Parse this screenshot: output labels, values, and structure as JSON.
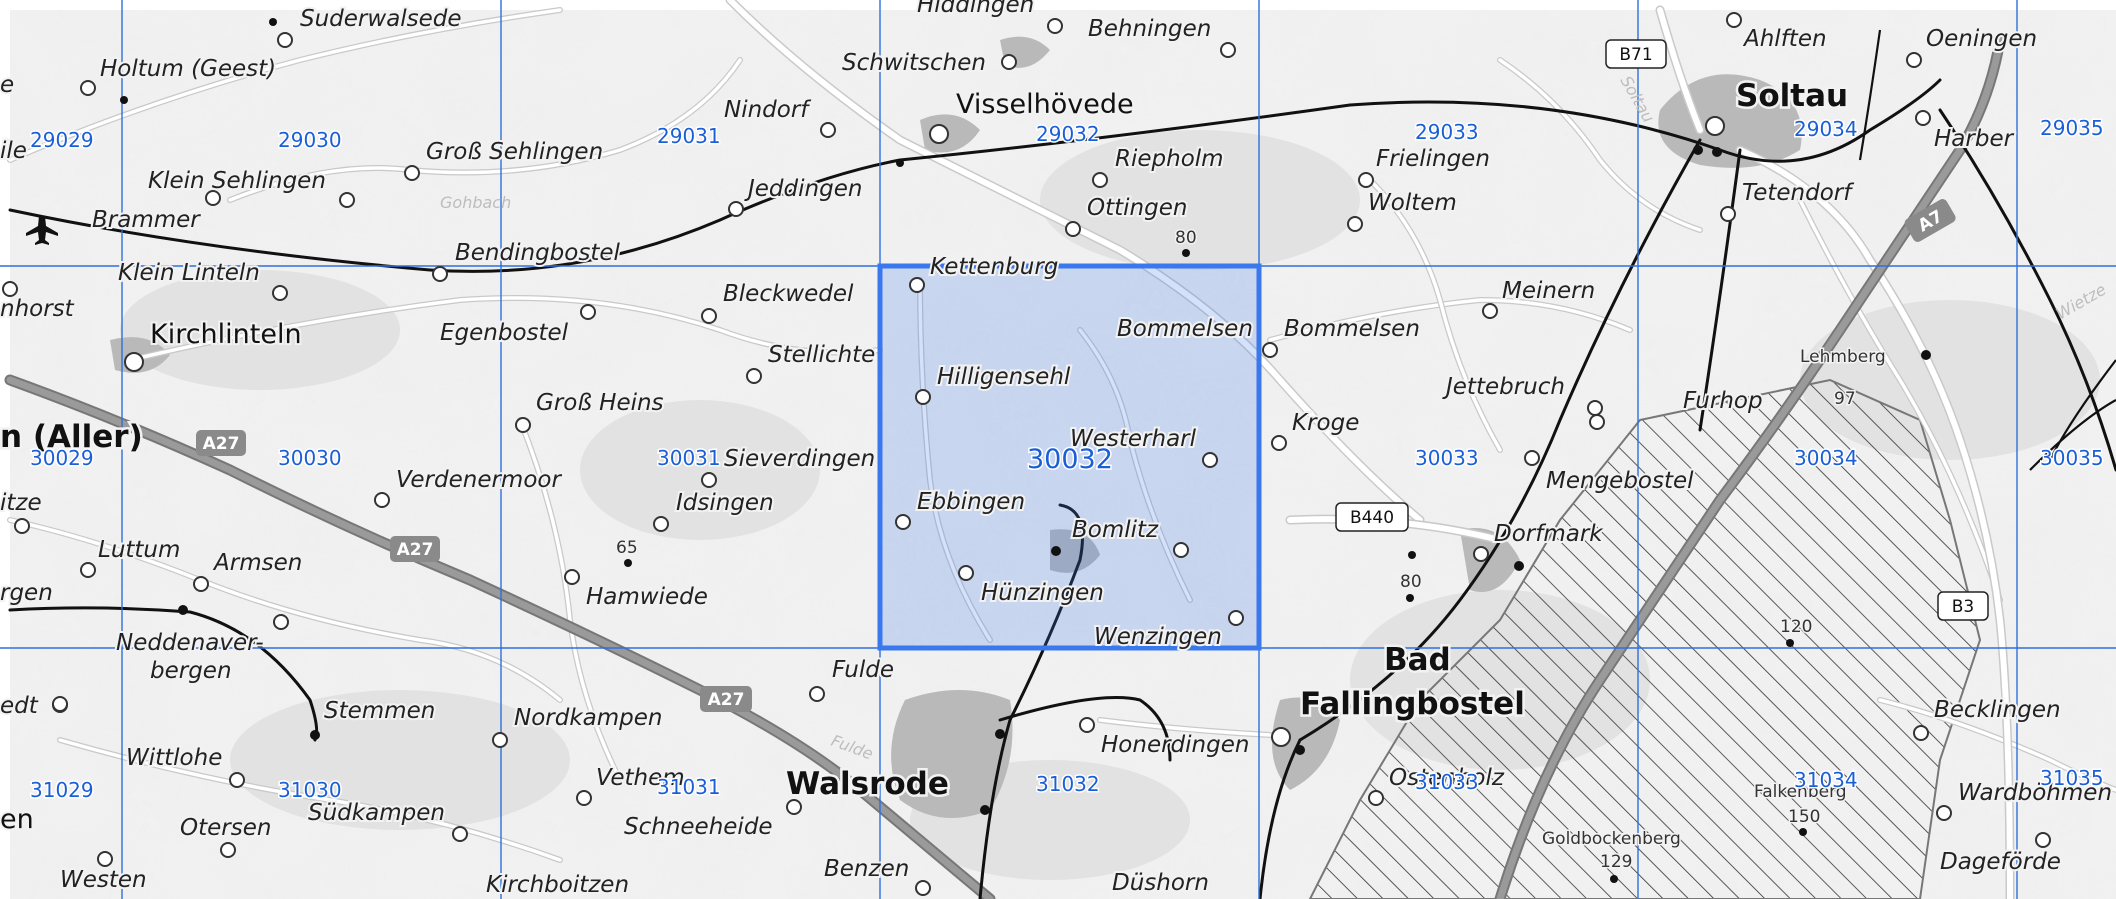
{
  "map": {
    "tiles": [
      {
        "label": "29029"
      },
      {
        "label": "29030"
      },
      {
        "label": "29031"
      },
      {
        "label": "29032"
      },
      {
        "label": "29033"
      },
      {
        "label": "29034"
      },
      {
        "label": "29035"
      },
      {
        "label": "30029"
      },
      {
        "label": "30030"
      },
      {
        "label": "30031"
      },
      {
        "label": "30032"
      },
      {
        "label": "30033"
      },
      {
        "label": "30034"
      },
      {
        "label": "30035"
      },
      {
        "label": "31029"
      },
      {
        "label": "31030"
      },
      {
        "label": "31031"
      },
      {
        "label": "31032"
      },
      {
        "label": "31033"
      },
      {
        "label": "31034"
      },
      {
        "label": "31035"
      }
    ],
    "selected_tile": "30032",
    "highlight_color": "#3a78ee",
    "grid_color": "#2f6fdb",
    "places": [
      {
        "name": "Suderwalsede"
      },
      {
        "name": "Holtum (Geest)"
      },
      {
        "name": "Klein Sehlingen"
      },
      {
        "name": "Groß Sehlingen"
      },
      {
        "name": "Brammer"
      },
      {
        "name": "Nindorf"
      },
      {
        "name": "Jeddingen"
      },
      {
        "name": "Schwitschen"
      },
      {
        "name": "Hiddingen"
      },
      {
        "name": "Behningen"
      },
      {
        "name": "Riepholm"
      },
      {
        "name": "Ottingen"
      },
      {
        "name": "Frielingen"
      },
      {
        "name": "Woltem"
      },
      {
        "name": "Ahlften"
      },
      {
        "name": "Oeningen"
      },
      {
        "name": "Harber"
      },
      {
        "name": "Tetendorf"
      },
      {
        "name": "Klein Linteln"
      },
      {
        "name": "Bendingbostel"
      },
      {
        "name": "Kettenburg"
      },
      {
        "name": "Egenbostel"
      },
      {
        "name": "Bleckwedel"
      },
      {
        "name": "Stellichte"
      },
      {
        "name": "Bommelsen"
      },
      {
        "name": "Bommelsen"
      },
      {
        "name": "Meinern"
      },
      {
        "name": "Hilligensehl"
      },
      {
        "name": "Groß Heins"
      },
      {
        "name": "Jettebruch"
      },
      {
        "name": "Furhop"
      },
      {
        "name": "Lehmberg"
      },
      {
        "name": "Kroge"
      },
      {
        "name": "Westerharl"
      },
      {
        "name": "Verdenermoor"
      },
      {
        "name": "Sieverdingen"
      },
      {
        "name": "Idsingen"
      },
      {
        "name": "Mengebostel"
      },
      {
        "name": "Ebbingen"
      },
      {
        "name": "Bomlitz"
      },
      {
        "name": "Dorfmark"
      },
      {
        "name": "Luttum"
      },
      {
        "name": "Armsen"
      },
      {
        "name": "Hamwiede"
      },
      {
        "name": "Hünzingen"
      },
      {
        "name": "Neddenaver-"
      },
      {
        "name": "bergen"
      },
      {
        "name": "Wenzingen"
      },
      {
        "name": "Fulde"
      },
      {
        "name": "Stemmen"
      },
      {
        "name": "Nordkampen"
      },
      {
        "name": "Honerdingen"
      },
      {
        "name": "Becklingen"
      },
      {
        "name": "Wittlohe"
      },
      {
        "name": "Vethem"
      },
      {
        "name": "Ostenholz"
      },
      {
        "name": "Wardböhmen"
      },
      {
        "name": "Otersen"
      },
      {
        "name": "Südkampen"
      },
      {
        "name": "Schneeheide"
      },
      {
        "name": "Dageförde"
      },
      {
        "name": "Westen"
      },
      {
        "name": "Kirchboitzen"
      },
      {
        "name": "Benzen"
      },
      {
        "name": "Düshorn"
      },
      {
        "name": "Goldbockenberg"
      },
      {
        "name": "Falkenberg"
      },
      {
        "name": "ile"
      },
      {
        "name": "nhorst"
      },
      {
        "name": "itze"
      },
      {
        "name": "rgen"
      },
      {
        "name": "edt"
      },
      {
        "name": "en"
      },
      {
        "name": "e"
      }
    ],
    "major_places": [
      {
        "name": "Visselhövede"
      },
      {
        "name": "Soltau"
      },
      {
        "name": "Kirchlinteln"
      },
      {
        "name": "n (Aller)"
      },
      {
        "name": "Walsrode"
      },
      {
        "name": "Bad"
      },
      {
        "name": "Fallingbostel"
      }
    ],
    "roads": [
      {
        "label": "B71"
      },
      {
        "label": "B440"
      },
      {
        "label": "B3"
      }
    ],
    "motorways": [
      {
        "label": "A27"
      },
      {
        "label": "A27"
      },
      {
        "label": "A27"
      },
      {
        "label": "A7"
      }
    ],
    "elevations": [
      {
        "label": "80"
      },
      {
        "label": "65"
      },
      {
        "label": "80"
      },
      {
        "label": "97"
      },
      {
        "label": "120"
      },
      {
        "label": "129"
      },
      {
        "label": "150"
      }
    ],
    "water_labels": [
      {
        "name": "Gohbach"
      },
      {
        "name": "Fulde"
      },
      {
        "name": "Soltau"
      },
      {
        "name": "Wietze"
      }
    ],
    "icons": {
      "airfield": "airplane-icon"
    }
  }
}
